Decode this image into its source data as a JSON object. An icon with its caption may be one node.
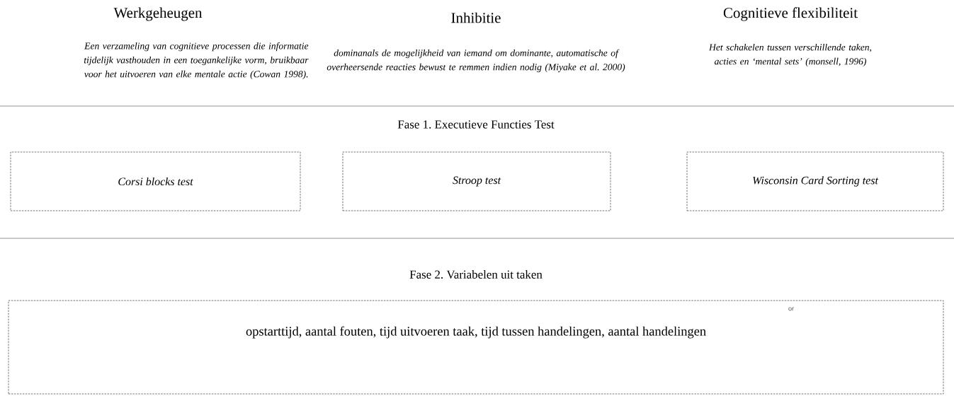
{
  "diagram": {
    "nodes": [
      {
        "text": [
          "Corsi blocks test"
        ]
      },
      {
        "text": [
          "Stroop test"
        ]
      },
      {
        "text": [
          "Wisconsin Card Sorting test"
        ]
      },
      {
        "text": [
          "or",
          "opstarttijd, aantal fouten, tijd uitvoeren taak, tijd tussen handelingen, aantal handelingen"
        ]
      }
    ],
    "labels": [
      "Werkgeheugen",
      "Inhibitie",
      "Cognitieve flexibiliteit",
      "Een verzameling van cognitieve processen die informatie tijdelijk vasthouden in een toegankelijke vorm, bruikbaar voor het uitvoeren van elke mentale actie (Cowan 1998).",
      "dominanals de mogelijkheid van iemand om dominante, automatische of overheersende reacties bewust te remmen indien nodig (Miyake et al. 2000)",
      "Het schakelen tussen verschillende taken, acties en ‘mental sets’ (monsell, 1996)",
      "Fase 1. Executieve Functies Test",
      "Fase 2. Variabelen uit taken"
    ]
  }
}
